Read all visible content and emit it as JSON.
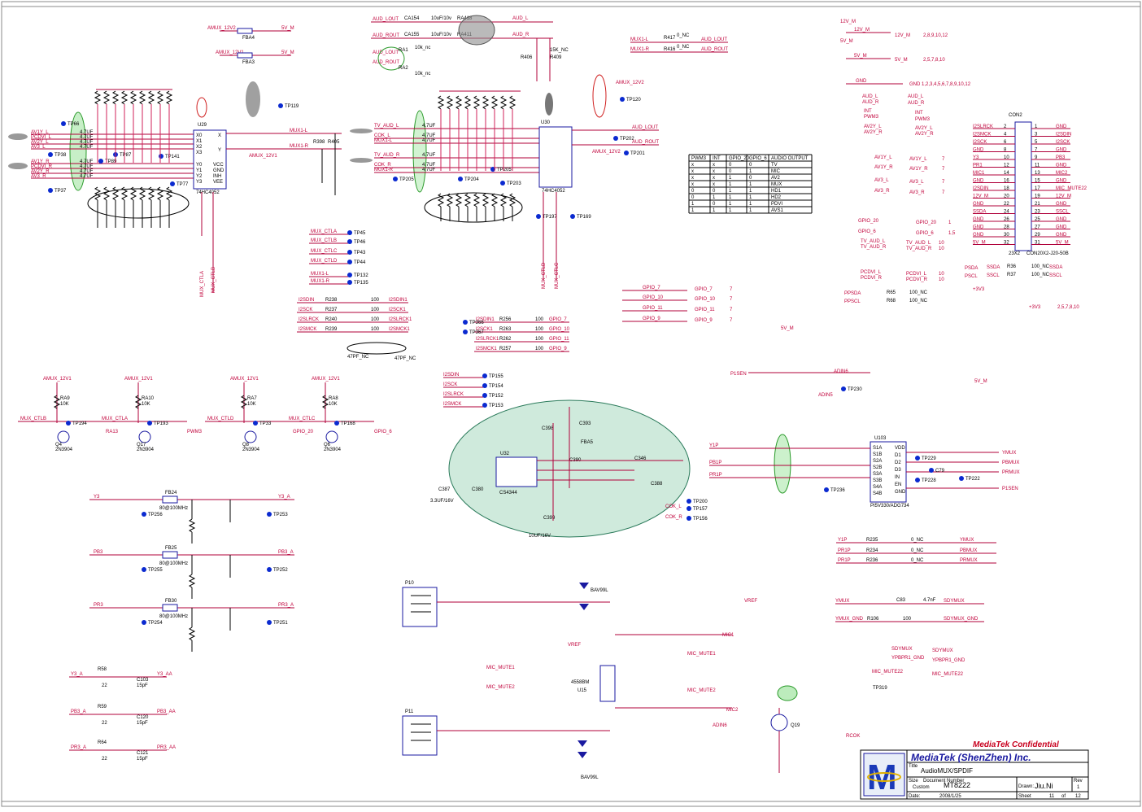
{
  "title_block": {
    "confidential": "MediaTek Confidential",
    "company": "MediaTek (ShenZhen) Inc.",
    "title_label": "Title",
    "title": "AudioMUX/SPDIF",
    "size_label": "Size",
    "size": "Custom",
    "doc_label": "Document Number",
    "doc": "MT8222",
    "drawn_label": "Drawn:",
    "drawn": "Jiu.Ni",
    "rev_label": "Rev",
    "rev": "1",
    "date_label": "Date:",
    "date": "2008/1/25",
    "sheet_label": "Sheet",
    "sheet": "11",
    "of": "of",
    "total": "12"
  },
  "top_nets": {
    "amux12v2": "AMUX_12V2",
    "amux12v1": "AMUX_12V1",
    "fba4": "FBA4",
    "fba3": "FBA3",
    "v5m": "5V_M",
    "aud_lout": "AUD_LOUT",
    "aud_rout": "AUD_ROUT",
    "aud_l": "AUD_L",
    "aud_r": "AUD_R",
    "ca154": "CA154",
    "ca155": "CA155",
    "ra418": "RA418",
    "ra411": "RA411",
    "cap10uf": "10uF/10v",
    "r406": "R406",
    "r409": "R409",
    "r15k": "15K_NC",
    "ra1": "RA1",
    "ra2": "RA2",
    "r10knc": "10k_nc",
    "mux1l": "MUX1-L",
    "mux1r": "MUX1-R",
    "r417": "R417",
    "r416": "R416",
    "onc": "0_NC",
    "aud_lout2": "AUD_LOUT",
    "aud_rout2": "AUD_ROUT"
  },
  "power": {
    "v12m": "12V_M",
    "v12m_pins": "2,8,9,10,12",
    "v5m": "5V_M",
    "v5m_pins": "2,5,7,8,10",
    "gnd": "GND",
    "gnd_pins": "1,2,3,4,5,6,7,8,9,10,12",
    "aud_l": "AUD_L",
    "aud_r": "AUD_R",
    "int": "INT",
    "pwm3": "PWM3",
    "av2y_l": "AV2Y_L",
    "av2y_r": "AV2Y_R",
    "one": "1"
  },
  "u29": {
    "ref": "U29",
    "part": "74HC4052",
    "pins": [
      "X0",
      "X1",
      "X2",
      "X3",
      "Y0",
      "Y1",
      "Y2",
      "Y3",
      "VCC",
      "GND",
      "INH",
      "VEE",
      "X",
      "Y"
    ]
  },
  "u30": {
    "ref": "U30",
    "part": "74HC4052"
  },
  "left_inputs": [
    "AV1Y_L",
    "PCDVI_L",
    "AV2Y_L",
    "AV3_L",
    "AV1Y_R",
    "PCDVI_R",
    "AV2Y_R",
    "AV3_R"
  ],
  "caps_4u7": "4.7UF",
  "tv_inputs": [
    "TV_AUD_L",
    "COK_L",
    "MUX1-L",
    "TV_AUD_R",
    "COK_R",
    "MUX1-R"
  ],
  "mux_out": {
    "l": "MUX1-L",
    "r": "MUX1-R",
    "aud_lout": "AUD_LOUT",
    "aud_rout": "AUD_ROUT"
  },
  "mux_ctl": [
    "MUX_CTLA",
    "MUX_CTLB",
    "MUX_CTLC",
    "MUX_CTLD",
    "MUX1-L",
    "MUX1-R"
  ],
  "mux_tps": [
    "TP45",
    "TP46",
    "TP43",
    "TP44",
    "TP132",
    "TP135"
  ],
  "i2s_left": [
    "I2SDIN",
    "I2SCK",
    "I2SLRCK",
    "I2SMCK"
  ],
  "i2s_left_r": [
    "R238",
    "R237",
    "R240",
    "R239"
  ],
  "i2s_left_out": [
    "I2SDIN1",
    "I2SCK1",
    "I2SLRCK1",
    "I2SMCK1"
  ],
  "gpio_rows": [
    "GPIO_7",
    "GPIO_10",
    "GPIO_11",
    "GPIO_9"
  ],
  "gpio_pins": "7",
  "pwm_table": {
    "headers": [
      "PWM3",
      "INT",
      "GPIO_20",
      "GPIO_6",
      "AUDIO OUTPUT"
    ],
    "rows": [
      [
        "x",
        "x",
        "0",
        "0",
        "TV"
      ],
      [
        "x",
        "x",
        "0",
        "1",
        "MIC"
      ],
      [
        "x",
        "x",
        "1",
        "0",
        "AV2"
      ],
      [
        "x",
        "x",
        "1",
        "1",
        "MUX"
      ],
      [
        "0",
        "0",
        "1",
        "1",
        "HD1"
      ],
      [
        "0",
        "1",
        "1",
        "1",
        "HD2"
      ],
      [
        "1",
        "0",
        "1",
        "1",
        "PDVI"
      ],
      [
        "1",
        "1",
        "1",
        "1",
        "AVS1"
      ]
    ]
  },
  "con2": {
    "ref": "CON2",
    "part": "CON20X2-J20-50B",
    "type": "23X2",
    "left": [
      "I2SLRCK",
      "I2SMCK",
      "I2SCK",
      "GND",
      "Y3",
      "PR1",
      "MIC1",
      "GND",
      "I2SDIN",
      "12V_M",
      "GND",
      "SSDA",
      "GND",
      "GND",
      "GND",
      "5V_M"
    ],
    "right": [
      "GND",
      "I2SDIN",
      "I2SCK",
      "GND",
      "PB3",
      "GND",
      "MIC2",
      "GND",
      "MIC_MUTE22",
      "12V_M",
      "GND",
      "SSCL",
      "GND",
      "GND",
      "GND",
      "5V_M"
    ]
  },
  "con_side": {
    "av1y_l": "AV1Y_L",
    "av1y_r": "AV1Y_R",
    "av3_l": "AV3_L",
    "av3_r": "AV3_R",
    "seven": "7",
    "gpio20": "GPIO_20",
    "gpio6": "GPIO_6",
    "tv_aud_l": "TV_AUD_L",
    "tv_aud_r": "TV_AUD_R",
    "ten": "10",
    "pcdvi_l": "PCDVI_L",
    "pcdvi_r": "PCDVI_R",
    "psda": "PSDA",
    "pscl": "PSCL",
    "ssda": "SSDA",
    "sscl": "SSCL",
    "r36": "R36",
    "r37": "R37",
    "r100nc": "100_NC",
    "ppsda": "PPSDA",
    "ppscl": "PPSCL",
    "r65": "R65",
    "r68": "R68",
    "plus3v3": "+3V3",
    "pins3v3": "2,5,7,8,10"
  },
  "transistors": [
    {
      "net": "MUX_CTLB",
      "q": "Q4",
      "ra": "RA9",
      "tp": "TP194",
      "out": "RA13"
    },
    {
      "net": "MUX_CTLA",
      "q": "Q17",
      "ra": "RA10",
      "tp": "TP193",
      "out": "PWM3"
    },
    {
      "net": "MUX_CTLD",
      "q": "Q8",
      "ra": "RA7",
      "tp": "TP33",
      "out": "GPIO_20"
    },
    {
      "net": "MUX_CTLC",
      "q": "Q6",
      "ra": "RA8",
      "tp": "TP168",
      "out": "GPIO_6"
    }
  ],
  "transistor_part": "2N3904",
  "k10": "10K",
  "u32": {
    "ref": "U32",
    "part": "CS4344",
    "caps": [
      "C398",
      "C393",
      "C399",
      "C387",
      "C380",
      "C390",
      "C388",
      "C346"
    ],
    "fb": "FBA5"
  },
  "spdif": {
    "i2s": [
      "I2SDIN",
      "I2SCK",
      "I2SLRCK",
      "I2SMCK"
    ],
    "tps": [
      "TP155",
      "TP154",
      "TP152",
      "TP153"
    ],
    "cok_l": "COK_L",
    "cok_r": "COK_R",
    "tps_r": [
      "TP200",
      "TP157",
      "TP156"
    ]
  },
  "u103": {
    "ref": "U103",
    "part": "PI5V330/ADG734",
    "pins_l": [
      "S1A",
      "S1B",
      "S2A",
      "S2B",
      "S3A",
      "S3B",
      "S4A",
      "S4B"
    ],
    "pins_r": [
      "VDD",
      "D1",
      "D2",
      "D3",
      "IN",
      "EN",
      "GND"
    ]
  },
  "video_in": [
    "Y1P",
    "PB1P",
    "PR1P"
  ],
  "video_out": [
    "YMUX",
    "PBMUX",
    "PRMUX",
    "P1SEN"
  ],
  "video_tbl": [
    [
      "Y1P",
      "R235",
      "0_NC",
      "YMUX"
    ],
    [
      "PR1P",
      "R234",
      "0_NC",
      "PBMUX"
    ],
    [
      "PR1P",
      "R236",
      "0_NC",
      "PRMUX"
    ]
  ],
  "video_filters": [
    {
      "net": "Y3",
      "fb": "FB24",
      "val": "80@100MHz",
      "out": "Y3_A",
      "tp": "TP256",
      "tp2": "TP253"
    },
    {
      "net": "PB3",
      "fb": "FB25",
      "val": "80@100MHz",
      "out": "PB3_A",
      "tp": "TP255",
      "tp2": "TP252"
    },
    {
      "net": "PR3",
      "fb": "FB30",
      "val": "80@100MHz",
      "out": "PR3_A",
      "tp": "TP254",
      "tp2": "TP251"
    }
  ],
  "bottom_left": [
    {
      "net": "Y3_A",
      "r": "R58",
      "c": "C103",
      "out": "Y3_AA"
    },
    {
      "net": "PB3_A",
      "r": "R59",
      "c": "C120",
      "out": "PB3_AA"
    },
    {
      "net": "PR3_A",
      "r": "R64",
      "c": "C121",
      "out": "PR3_AA"
    }
  ],
  "mic": {
    "p10": "P10",
    "p11": "P11",
    "u15": "U15",
    "u15_part": "4558BM",
    "bav": "BAV99L",
    "vref": "VREF",
    "mic1": "MIC1",
    "mic2": "MIC2",
    "mute1": "MIC_MUTE1",
    "mute2": "MIC_MUTE2",
    "q19": "Q19",
    "adin": "ADIN6"
  },
  "right_bottom": {
    "ymux": "YMUX",
    "ymux_gnd": "YMUX_GND",
    "sdymux": "SDYMUX",
    "sdymux_gnd": "SDYMUX_GND",
    "ypbpr": "YPBPR1_GND",
    "mute22": "MIC_MUTE22",
    "tp319": "TP319",
    "vref": "VREF",
    "r100": "100",
    "c4n7": "4.7nF"
  }
}
